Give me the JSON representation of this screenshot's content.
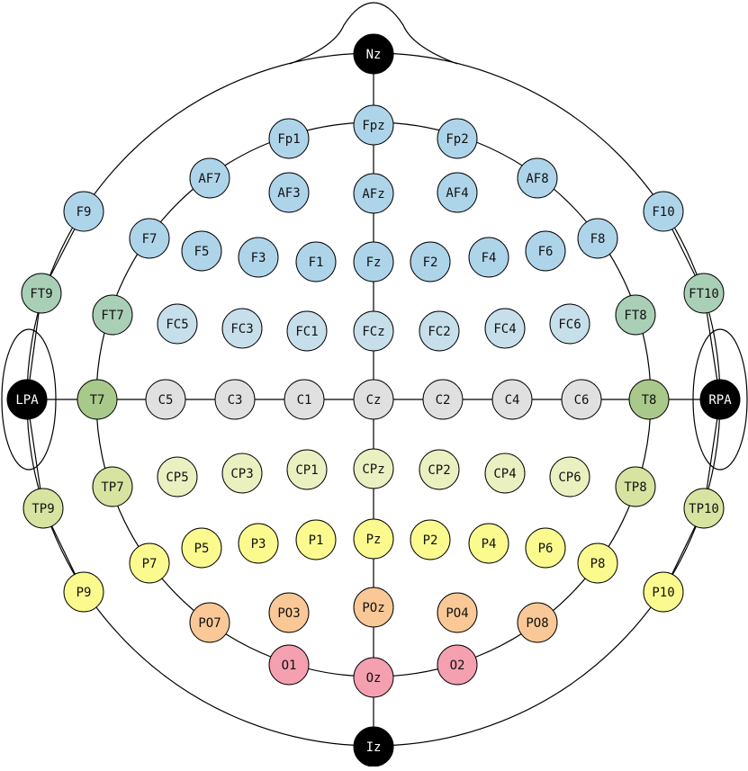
{
  "diagram": {
    "colors": {
      "reference": "#000000",
      "frontal_pole": "#aed4ea",
      "frontal_central": "#c7dfea",
      "temporal_anterior": "#a9cfb6",
      "temporal_mid": "#a9c98b",
      "central": "#e0e0e0",
      "centroparietal": "#eaf0c0",
      "temporoparietal": "#d7e3a0",
      "parietal": "#fbfa8e",
      "parieto_occipital": "#f9c896",
      "occipital": "#f4a0b0"
    },
    "electrodes": [
      {
        "id": "nz",
        "label": "Nz",
        "group": "reference"
      },
      {
        "id": "fpz",
        "label": "Fpz",
        "group": "frontal_pole"
      },
      {
        "id": "fp1",
        "label": "Fp1",
        "group": "frontal_pole"
      },
      {
        "id": "fp2",
        "label": "Fp2",
        "group": "frontal_pole"
      },
      {
        "id": "af7",
        "label": "AF7",
        "group": "frontal_pole"
      },
      {
        "id": "af3",
        "label": "AF3",
        "group": "frontal_pole"
      },
      {
        "id": "afz",
        "label": "AFz",
        "group": "frontal_pole"
      },
      {
        "id": "af4",
        "label": "AF4",
        "group": "frontal_pole"
      },
      {
        "id": "af8",
        "label": "AF8",
        "group": "frontal_pole"
      },
      {
        "id": "f9",
        "label": "F9",
        "group": "frontal_pole"
      },
      {
        "id": "f7",
        "label": "F7",
        "group": "frontal_pole"
      },
      {
        "id": "f5",
        "label": "F5",
        "group": "frontal_pole"
      },
      {
        "id": "f3",
        "label": "F3",
        "group": "frontal_pole"
      },
      {
        "id": "f1",
        "label": "F1",
        "group": "frontal_pole"
      },
      {
        "id": "fz",
        "label": "Fz",
        "group": "frontal_pole"
      },
      {
        "id": "f2",
        "label": "F2",
        "group": "frontal_pole"
      },
      {
        "id": "f4",
        "label": "F4",
        "group": "frontal_pole"
      },
      {
        "id": "f6",
        "label": "F6",
        "group": "frontal_pole"
      },
      {
        "id": "f8",
        "label": "F8",
        "group": "frontal_pole"
      },
      {
        "id": "f10",
        "label": "F10",
        "group": "frontal_pole"
      },
      {
        "id": "ft9",
        "label": "FT9",
        "group": "temporal_anterior"
      },
      {
        "id": "ft7",
        "label": "FT7",
        "group": "temporal_anterior"
      },
      {
        "id": "fc5",
        "label": "FC5",
        "group": "frontal_central"
      },
      {
        "id": "fc3",
        "label": "FC3",
        "group": "frontal_central"
      },
      {
        "id": "fc1",
        "label": "FC1",
        "group": "frontal_central"
      },
      {
        "id": "fcz",
        "label": "FCz",
        "group": "frontal_central"
      },
      {
        "id": "fc2",
        "label": "FC2",
        "group": "frontal_central"
      },
      {
        "id": "fc4",
        "label": "FC4",
        "group": "frontal_central"
      },
      {
        "id": "fc6",
        "label": "FC6",
        "group": "frontal_central"
      },
      {
        "id": "ft8",
        "label": "FT8",
        "group": "temporal_anterior"
      },
      {
        "id": "ft10",
        "label": "FT10",
        "group": "temporal_anterior"
      },
      {
        "id": "lpa",
        "label": "LPA",
        "group": "reference"
      },
      {
        "id": "t7",
        "label": "T7",
        "group": "temporal_mid"
      },
      {
        "id": "c5",
        "label": "C5",
        "group": "central"
      },
      {
        "id": "c3",
        "label": "C3",
        "group": "central"
      },
      {
        "id": "c1",
        "label": "C1",
        "group": "central"
      },
      {
        "id": "cz",
        "label": "Cz",
        "group": "central"
      },
      {
        "id": "c2",
        "label": "C2",
        "group": "central"
      },
      {
        "id": "c4",
        "label": "C4",
        "group": "central"
      },
      {
        "id": "c6",
        "label": "C6",
        "group": "central"
      },
      {
        "id": "t8",
        "label": "T8",
        "group": "temporal_mid"
      },
      {
        "id": "rpa",
        "label": "RPA",
        "group": "reference"
      },
      {
        "id": "tp9",
        "label": "TP9",
        "group": "temporoparietal"
      },
      {
        "id": "tp7",
        "label": "TP7",
        "group": "temporoparietal"
      },
      {
        "id": "cp5",
        "label": "CP5",
        "group": "centroparietal"
      },
      {
        "id": "cp3",
        "label": "CP3",
        "group": "centroparietal"
      },
      {
        "id": "cp1",
        "label": "CP1",
        "group": "centroparietal"
      },
      {
        "id": "cpz",
        "label": "CPz",
        "group": "centroparietal"
      },
      {
        "id": "cp2",
        "label": "CP2",
        "group": "centroparietal"
      },
      {
        "id": "cp4",
        "label": "CP4",
        "group": "centroparietal"
      },
      {
        "id": "cp6",
        "label": "CP6",
        "group": "centroparietal"
      },
      {
        "id": "tp8",
        "label": "TP8",
        "group": "temporoparietal"
      },
      {
        "id": "tp10",
        "label": "TP10",
        "group": "temporoparietal"
      },
      {
        "id": "p9",
        "label": "P9",
        "group": "parietal"
      },
      {
        "id": "p7",
        "label": "P7",
        "group": "parietal"
      },
      {
        "id": "p5",
        "label": "P5",
        "group": "parietal"
      },
      {
        "id": "p3",
        "label": "P3",
        "group": "parietal"
      },
      {
        "id": "p1",
        "label": "P1",
        "group": "parietal"
      },
      {
        "id": "pz",
        "label": "Pz",
        "group": "parietal"
      },
      {
        "id": "p2",
        "label": "P2",
        "group": "parietal"
      },
      {
        "id": "p4",
        "label": "P4",
        "group": "parietal"
      },
      {
        "id": "p6",
        "label": "P6",
        "group": "parietal"
      },
      {
        "id": "p8",
        "label": "P8",
        "group": "parietal"
      },
      {
        "id": "p10",
        "label": "P10",
        "group": "parietal"
      },
      {
        "id": "po7",
        "label": "PO7",
        "group": "parieto_occipital"
      },
      {
        "id": "po3",
        "label": "PO3",
        "group": "parieto_occipital"
      },
      {
        "id": "poz",
        "label": "POz",
        "group": "parieto_occipital"
      },
      {
        "id": "po4",
        "label": "PO4",
        "group": "parieto_occipital"
      },
      {
        "id": "po8",
        "label": "PO8",
        "group": "parieto_occipital"
      },
      {
        "id": "o1",
        "label": "O1",
        "group": "occipital"
      },
      {
        "id": "oz",
        "label": "Oz",
        "group": "occipital"
      },
      {
        "id": "o2",
        "label": "O2",
        "group": "occipital"
      },
      {
        "id": "iz",
        "label": "Iz",
        "group": "reference"
      }
    ]
  }
}
